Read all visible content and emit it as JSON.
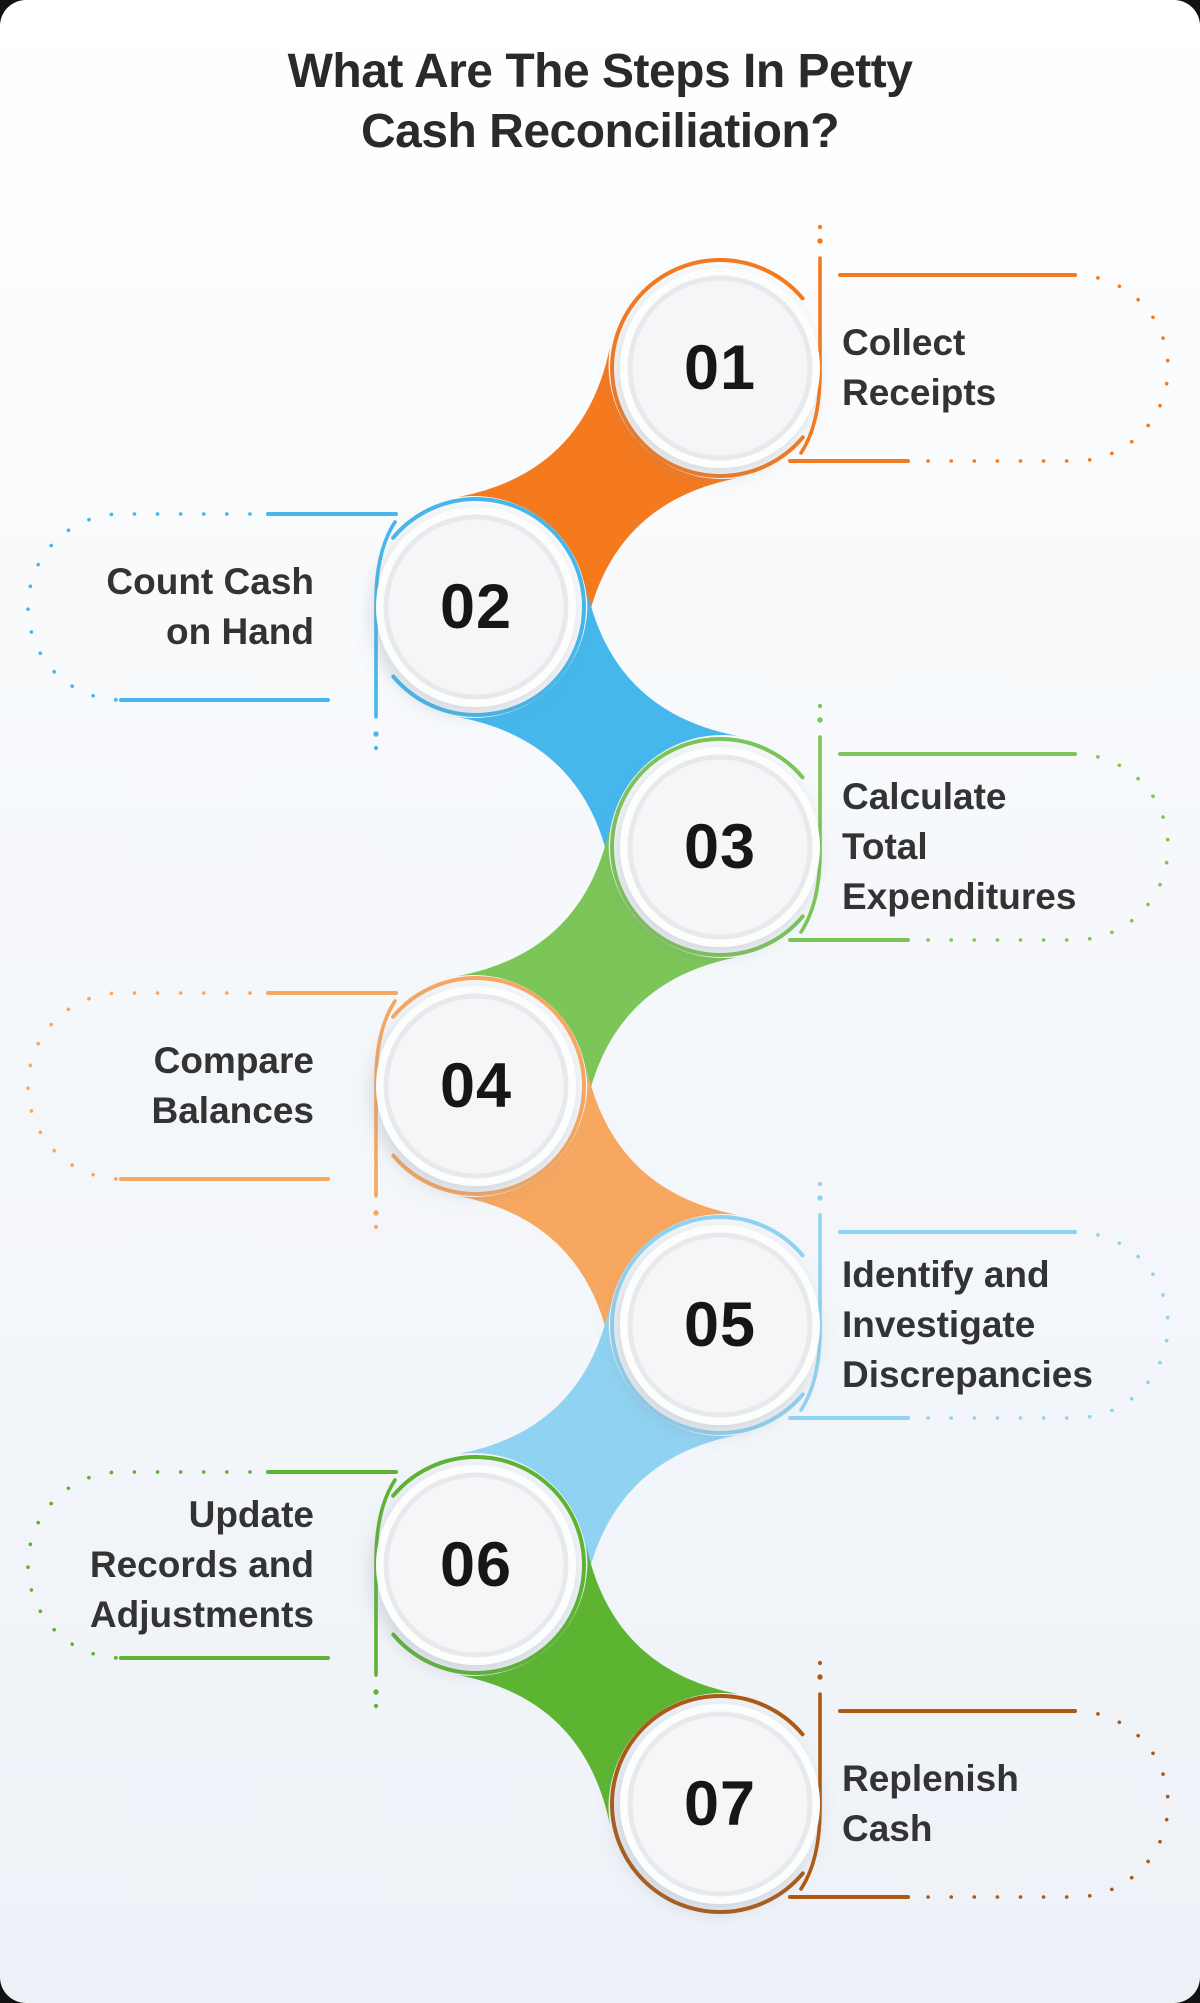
{
  "title": {
    "line1": "What Are The Steps In Petty",
    "line2": "Cash Reconciliation?"
  },
  "steps": [
    {
      "number": "01",
      "label": "Collect Receipts",
      "label_lines": [
        "Collect",
        "Receipts"
      ],
      "color": "#F5791D",
      "side": "right"
    },
    {
      "number": "02",
      "label": "Count Cash on Hand",
      "label_lines": [
        "Count Cash",
        "on Hand"
      ],
      "color": "#45B7EC",
      "side": "left"
    },
    {
      "number": "03",
      "label": "Calculate Total Expenditures",
      "label_lines": [
        "Calculate",
        "Total",
        "Expenditures"
      ],
      "color": "#7CC558",
      "side": "right"
    },
    {
      "number": "04",
      "label": "Compare Balances",
      "label_lines": [
        "Compare",
        "Balances"
      ],
      "color": "#F7A75F",
      "side": "left"
    },
    {
      "number": "05",
      "label": "Identify and Investigate Discrepancies",
      "label_lines": [
        "Identify and",
        "Investigate",
        "Discrepancies"
      ],
      "color": "#90D2F1",
      "side": "right"
    },
    {
      "number": "06",
      "label": "Update Records and Adjustments",
      "label_lines": [
        "Update",
        "Records and",
        "Adjustments"
      ],
      "color": "#5CB431",
      "side": "left"
    },
    {
      "number": "07",
      "label": "Replenish Cash",
      "label_lines": [
        "Replenish",
        "Cash"
      ],
      "color": "#AC5912",
      "side": "right"
    }
  ],
  "style": {
    "number_color": "#161616",
    "label_color": "#333333",
    "title_color": "#2a2a2a",
    "card_top": "#ffffff",
    "card_bottom": "#eef2f8",
    "circle_fill": "#fcfdfd",
    "circle_inner_fill": "#f5f6f8",
    "circle_inner_ring": "#e8e9ec"
  }
}
